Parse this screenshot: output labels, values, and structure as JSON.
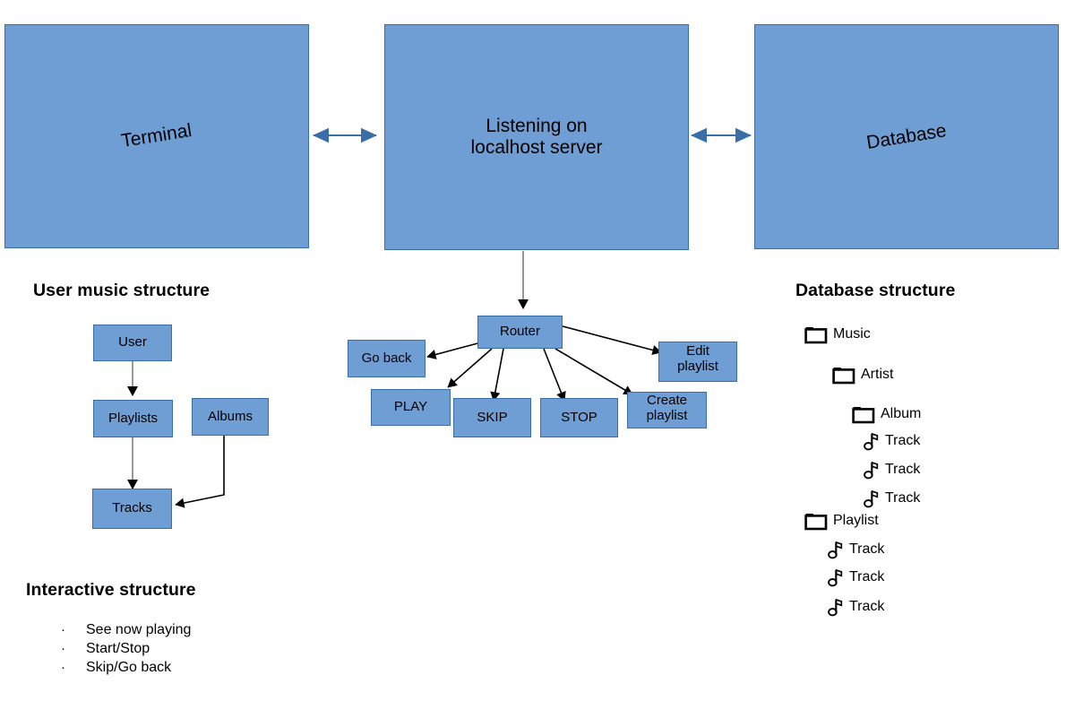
{
  "diagram": {
    "title": "Music application architecture diagram",
    "colors": {
      "box_fill": "#6f9ed4",
      "box_border": "#3a6ea8",
      "blue_arrow": "#3a6ea8",
      "gray_arrow": "#808080",
      "black_arrow": "#000000",
      "text": "#000000",
      "background": "#ffffff"
    }
  },
  "top_row": {
    "terminal": {
      "label": "Terminal"
    },
    "server": {
      "label": "Listening on\nlocalhost server"
    },
    "database": {
      "label": "Database"
    },
    "connector_left": {
      "name": "terminal-server-link",
      "type": "double-arrow"
    },
    "connector_right": {
      "name": "server-database-link",
      "type": "double-arrow"
    }
  },
  "user_music_structure": {
    "title": "User music structure",
    "nodes": [
      {
        "id": "user",
        "label": "User"
      },
      {
        "id": "playlists",
        "label": "Playlists"
      },
      {
        "id": "albums",
        "label": "Albums"
      },
      {
        "id": "tracks",
        "label": "Tracks"
      }
    ],
    "edges": [
      {
        "from": "user",
        "to": "playlists"
      },
      {
        "from": "playlists",
        "to": "tracks"
      },
      {
        "from": "albums",
        "to": "tracks"
      }
    ]
  },
  "router_structure": {
    "root": {
      "label": "Router"
    },
    "children": [
      {
        "id": "go-back",
        "label": "Go back"
      },
      {
        "id": "play",
        "label": "PLAY"
      },
      {
        "id": "skip",
        "label": "SKIP"
      },
      {
        "id": "stop",
        "label": "STOP"
      },
      {
        "id": "create-playlist",
        "label": "Create\nplaylist"
      },
      {
        "id": "edit-playlist",
        "label": "Edit\nplaylist"
      }
    ]
  },
  "database_structure": {
    "title": "Database structure",
    "tree": [
      {
        "id": "music",
        "label": "Music",
        "icon": "folder-icon",
        "depth": 0
      },
      {
        "id": "artist",
        "label": "Artist",
        "icon": "folder-icon",
        "depth": 1
      },
      {
        "id": "album",
        "label": "Album",
        "icon": "folder-icon",
        "depth": 2
      },
      {
        "id": "track-a1",
        "label": "Track",
        "icon": "music-note-icon",
        "depth": 3
      },
      {
        "id": "track-a2",
        "label": "Track",
        "icon": "music-note-icon",
        "depth": 3
      },
      {
        "id": "track-a3",
        "label": "Track",
        "icon": "music-note-icon",
        "depth": 3
      },
      {
        "id": "playlist",
        "label": "Playlist",
        "icon": "folder-icon",
        "depth": 0
      },
      {
        "id": "track-p1",
        "label": "Track",
        "icon": "music-note-icon",
        "depth": 1
      },
      {
        "id": "track-p2",
        "label": "Track",
        "icon": "music-note-icon",
        "depth": 1
      },
      {
        "id": "track-p3",
        "label": "Track",
        "icon": "music-note-icon",
        "depth": 1
      }
    ]
  },
  "interactive_structure": {
    "title": "Interactive structure",
    "bullet_char": "·",
    "items": [
      {
        "label": "See now playing"
      },
      {
        "label": "Start/Stop"
      },
      {
        "label": "Skip/Go back"
      }
    ]
  }
}
